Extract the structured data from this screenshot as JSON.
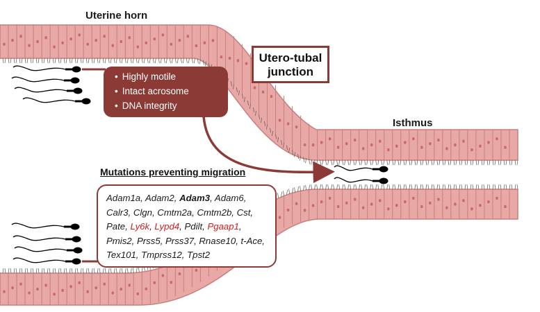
{
  "labels": {
    "uterine_horn": "Uterine horn",
    "utero_tubal_junction_line1": "Utero-tubal",
    "utero_tubal_junction_line2": "junction",
    "isthmus": "Isthmus"
  },
  "sperm_qualities": [
    "Highly motile",
    "Intact acrosome",
    "DNA integrity"
  ],
  "mutations": {
    "title": "Mutations preventing migration",
    "genes": [
      {
        "name": "Adam1a",
        "style": "normal"
      },
      {
        "name": "Adam2",
        "style": "normal"
      },
      {
        "name": "Adam3",
        "style": "bold"
      },
      {
        "name": "Adam6",
        "style": "normal"
      },
      {
        "name": "Calr3",
        "style": "normal"
      },
      {
        "name": "Clgn",
        "style": "normal"
      },
      {
        "name": "Cmtm2a",
        "style": "normal"
      },
      {
        "name": "Cmtm2b",
        "style": "normal"
      },
      {
        "name": "Cst",
        "style": "normal"
      },
      {
        "name": "Pate",
        "style": "normal"
      },
      {
        "name": "Ly6k",
        "style": "red"
      },
      {
        "name": "Lypd4",
        "style": "red"
      },
      {
        "name": "Pdilt",
        "style": "normal"
      },
      {
        "name": "Pgaap1",
        "style": "red"
      },
      {
        "name": "Pmis2",
        "style": "normal"
      },
      {
        "name": "Prss5",
        "style": "normal"
      },
      {
        "name": "Prss37",
        "style": "normal"
      },
      {
        "name": "Rnase10",
        "style": "normal"
      },
      {
        "name": "t-Ace",
        "style": "normal"
      },
      {
        "name": "Tex101",
        "style": "normal"
      },
      {
        "name": "Tmprss12",
        "style": "normal"
      },
      {
        "name": "Tpst2",
        "style": "last"
      }
    ]
  },
  "colors": {
    "epithelium": "#e8a8a6",
    "cell_border": "#c77f7b",
    "nucleus": "#c96a6a",
    "accent": "#8b3a36",
    "highlight_red": "#cc2020"
  }
}
